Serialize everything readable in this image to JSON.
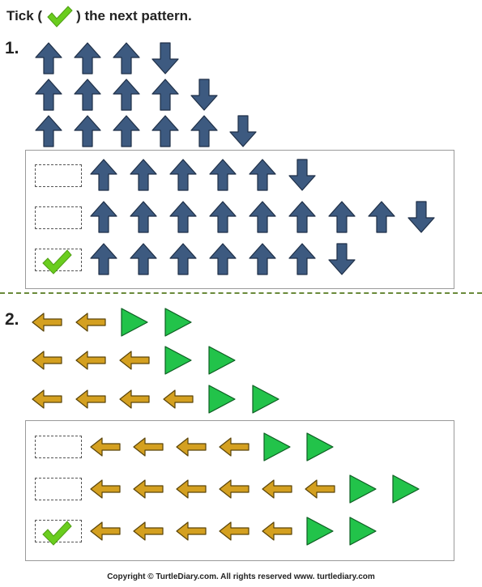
{
  "instruction": {
    "before": "Tick (",
    "after": ") the next pattern."
  },
  "icons": {
    "tick": "check-mark-icon",
    "up": "arrow-up-icon",
    "down": "arrow-down-icon",
    "left": "arrow-left-icon",
    "right": "triangle-right-icon"
  },
  "colors": {
    "tick": "#6acd1e",
    "up_arrow": "#3d5a80",
    "left_arrow": "#d4a020",
    "triangle": "#22c34a",
    "divider": "#6a8a3a"
  },
  "questions": [
    {
      "number": "1.",
      "pattern_rows": [
        [
          "up",
          "up",
          "up",
          "down"
        ],
        [
          "up",
          "up",
          "up",
          "up",
          "down"
        ],
        [
          "up",
          "up",
          "up",
          "up",
          "up",
          "down"
        ]
      ],
      "options": [
        {
          "sequence": [
            "up",
            "up",
            "up",
            "up",
            "up",
            "down"
          ],
          "checked": false
        },
        {
          "sequence": [
            "up",
            "up",
            "up",
            "up",
            "up",
            "up",
            "up",
            "up",
            "down"
          ],
          "checked": false
        },
        {
          "sequence": [
            "up",
            "up",
            "up",
            "up",
            "up",
            "up",
            "down"
          ],
          "checked": true
        }
      ]
    },
    {
      "number": "2.",
      "pattern_rows": [
        [
          "left",
          "left",
          "right",
          "right"
        ],
        [
          "left",
          "left",
          "left",
          "right",
          "right"
        ],
        [
          "left",
          "left",
          "left",
          "left",
          "right",
          "right"
        ]
      ],
      "options": [
        {
          "sequence": [
            "left",
            "left",
            "left",
            "left",
            "right",
            "right"
          ],
          "checked": false
        },
        {
          "sequence": [
            "left",
            "left",
            "left",
            "left",
            "left",
            "left",
            "right",
            "right"
          ],
          "checked": false
        },
        {
          "sequence": [
            "left",
            "left",
            "left",
            "left",
            "left",
            "right",
            "right"
          ],
          "checked": true
        }
      ]
    }
  ],
  "footer": "Copyright © TurtleDiary.com. All rights reserved   www. turtlediary.com"
}
